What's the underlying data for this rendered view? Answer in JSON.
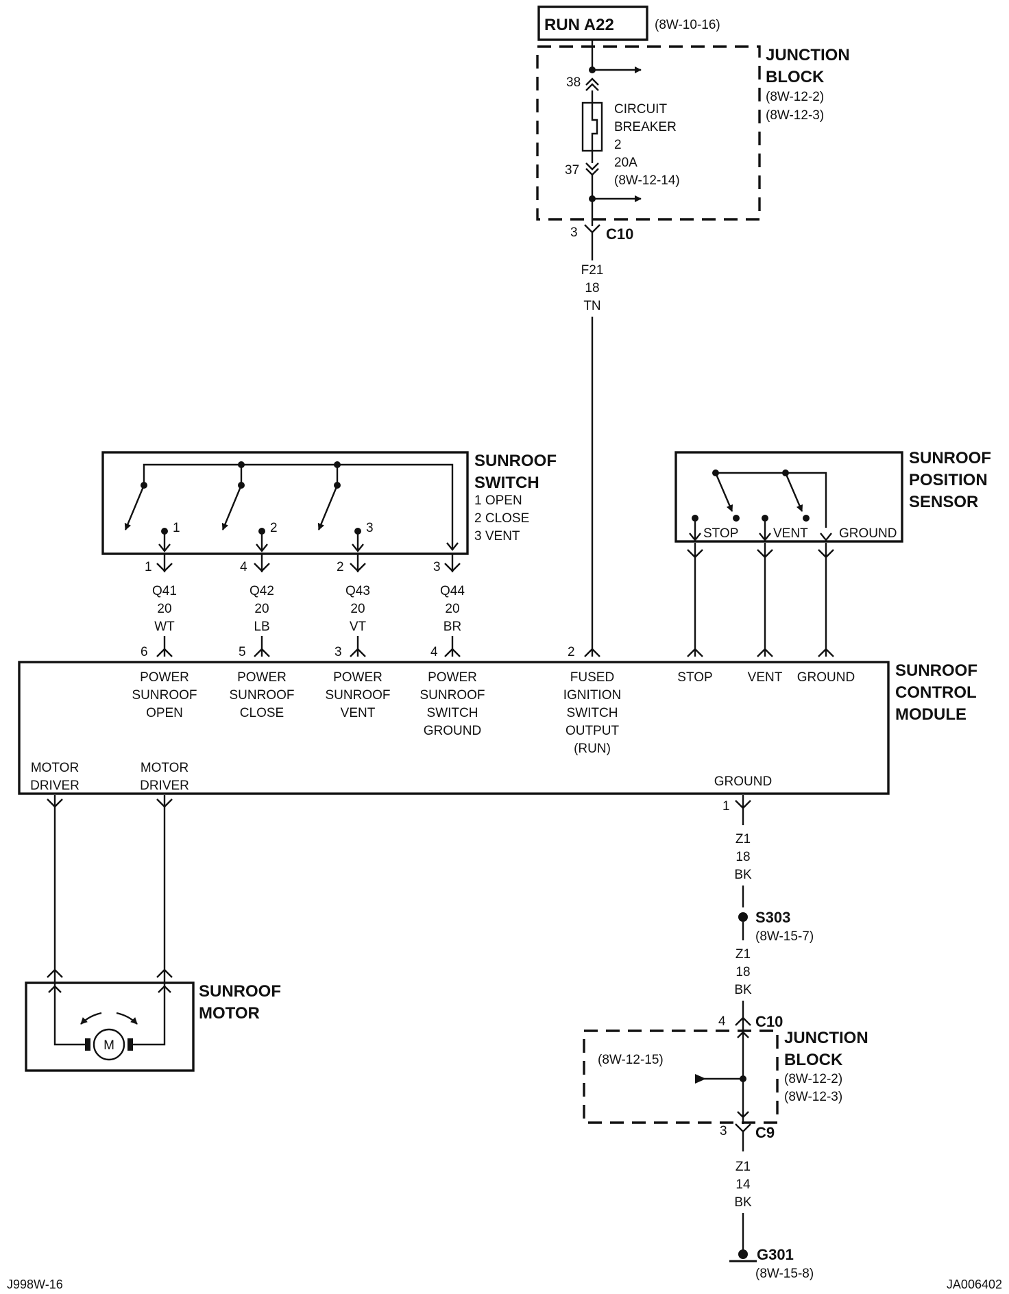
{
  "top": {
    "run_label": "RUN A22",
    "run_ref": "(8W-10-16)"
  },
  "junction_block_top": {
    "title1": "JUNCTION",
    "title2": "BLOCK",
    "ref1": "(8W-12-2)",
    "ref2": "(8W-12-3)",
    "pin_in": "38",
    "pin_out": "37",
    "cb1": "CIRCUIT",
    "cb2": "BREAKER",
    "cb3": "2",
    "cb4": "20A",
    "cb5": "(8W-12-14)"
  },
  "c10_top": {
    "pin": "3",
    "name": "C10"
  },
  "f21_wire": {
    "circuit": "F21",
    "gauge": "18",
    "color": "TN"
  },
  "sunroof_switch": {
    "title1": "SUNROOF",
    "title2": "SWITCH",
    "leg1": "1 OPEN",
    "leg2": "2 CLOSE",
    "leg3": "3 VENT",
    "contact1": "1",
    "contact2": "2",
    "contact3": "3"
  },
  "switch_wires": [
    {
      "pin_top": "1",
      "circuit": "Q41",
      "gauge": "20",
      "color": "WT",
      "pin_bottom": "6"
    },
    {
      "pin_top": "4",
      "circuit": "Q42",
      "gauge": "20",
      "color": "LB",
      "pin_bottom": "5"
    },
    {
      "pin_top": "2",
      "circuit": "Q43",
      "gauge": "20",
      "color": "VT",
      "pin_bottom": "3"
    },
    {
      "pin_top": "3",
      "circuit": "Q44",
      "gauge": "20",
      "color": "BR",
      "pin_bottom": "4"
    }
  ],
  "position_sensor": {
    "title1": "SUNROOF",
    "title2": "POSITION",
    "title3": "SENSOR",
    "stop": "STOP",
    "vent": "VENT",
    "ground": "GROUND"
  },
  "control_module": {
    "title1": "SUNROOF",
    "title2": "CONTROL",
    "title3": "MODULE",
    "fused_pin": "2",
    "open": [
      "POWER",
      "SUNROOF",
      "OPEN"
    ],
    "close": [
      "POWER",
      "SUNROOF",
      "CLOSE"
    ],
    "vent": [
      "POWER",
      "SUNROOF",
      "VENT"
    ],
    "switch_ground": [
      "POWER",
      "SUNROOF",
      "SWITCH",
      "GROUND"
    ],
    "fused": [
      "FUSED",
      "IGNITION",
      "SWITCH",
      "OUTPUT",
      "(RUN)"
    ],
    "stop": "STOP",
    "vent_in": "VENT",
    "ground_in": "GROUND",
    "motor_driver1": [
      "MOTOR",
      "DRIVER"
    ],
    "motor_driver2": [
      "MOTOR",
      "DRIVER"
    ],
    "ground_out": "GROUND",
    "ground_pin": "1"
  },
  "z1_wire_a": {
    "circuit": "Z1",
    "gauge": "18",
    "color": "BK"
  },
  "splice": {
    "name": "S303",
    "ref": "(8W-15-7)"
  },
  "z1_wire_b": {
    "circuit": "Z1",
    "gauge": "18",
    "color": "BK"
  },
  "c10_bottom": {
    "pin": "4",
    "name": "C10"
  },
  "junction_block_bottom": {
    "title1": "JUNCTION",
    "title2": "BLOCK",
    "ref1": "(8W-12-2)",
    "ref2": "(8W-12-3)",
    "inner_ref": "(8W-12-15)"
  },
  "c9": {
    "pin": "3",
    "name": "C9"
  },
  "z1_wire_c": {
    "circuit": "Z1",
    "gauge": "14",
    "color": "BK"
  },
  "ground_point": {
    "name": "G301",
    "ref": "(8W-15-8)"
  },
  "motor": {
    "title1": "SUNROOF",
    "title2": "MOTOR",
    "symbol": "M"
  },
  "footer": {
    "left": "J998W-16",
    "right": "JA006402"
  }
}
